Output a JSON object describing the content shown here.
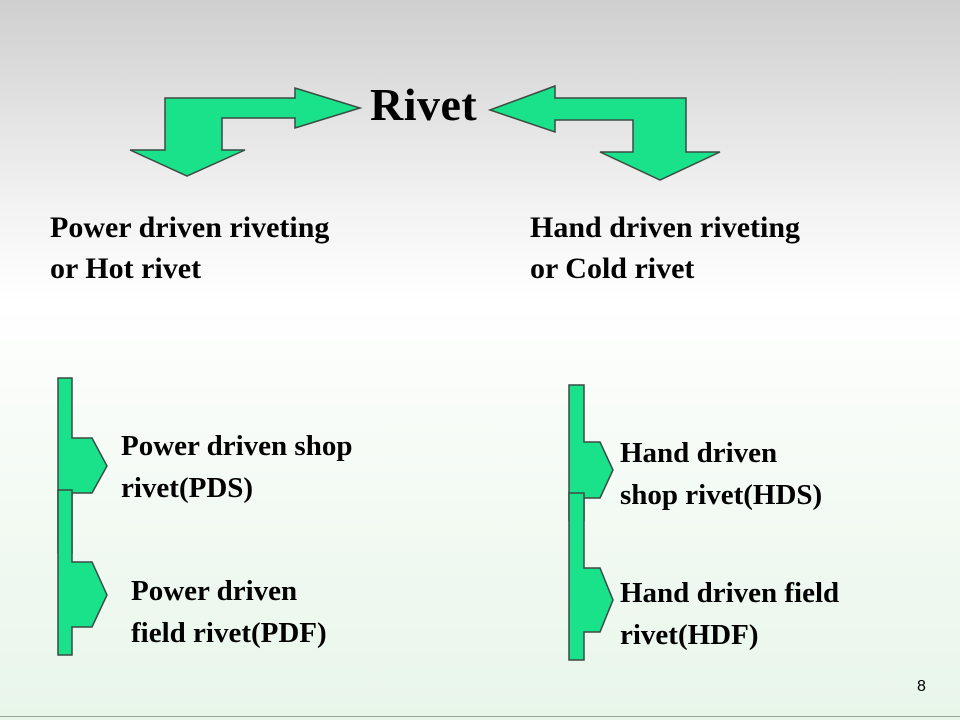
{
  "title": "Rivet",
  "left_branch": {
    "heading_line1": "Power driven riveting",
    "heading_line2": "or Hot rivet",
    "sub1_line1": "Power driven shop",
    "sub1_line2": "rivet(PDS)",
    "sub2_line1": "Power driven",
    "sub2_line2": "field rivet(PDF)"
  },
  "right_branch": {
    "heading_line1": "Hand driven riveting",
    "heading_line2": "or Cold rivet",
    "sub1_line1": "Hand driven",
    "sub1_line2": "shop rivet(HDS)",
    "sub2_line1": "Hand driven field",
    "sub2_line2": "rivet(HDF)"
  },
  "page_number": "8",
  "colors": {
    "arrow_fill": "#19e28a",
    "arrow_stroke": "#3c4a42"
  },
  "icons": [
    "bent-arrow-left-icon",
    "bent-arrow-right-icon",
    "branch-arrow-icon"
  ]
}
